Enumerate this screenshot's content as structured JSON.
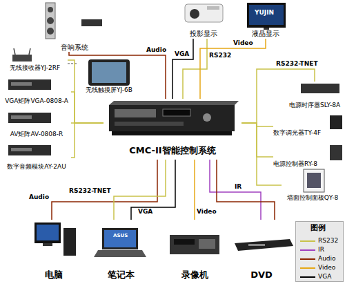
{
  "diagram": {
    "nodes": [
      {
        "text": [
          "音响系统"
        ]
      },
      {
        "text": [
          "投影显示"
        ]
      },
      {
        "text": [
          "液晶显示"
        ]
      },
      {
        "text": [
          "无线接收器YJ-2RF"
        ]
      },
      {
        "text": [
          "无线触摸屏YJ-6B"
        ]
      },
      {
        "text": [
          "VGA矩阵VGA-0808-A"
        ]
      },
      {
        "text": [
          "AV矩阵AV-0808-R"
        ]
      },
      {
        "text": [
          "数字音频模块AY-2AU"
        ]
      },
      {
        "text": [
          "CMC-II智能控制系统"
        ]
      },
      {
        "text": [
          "电源时序器SLY-8A"
        ]
      },
      {
        "text": [
          "数字调光器TY-4F"
        ]
      },
      {
        "text": [
          "电源控制器RY-8"
        ]
      },
      {
        "text": [
          "墙面控制面板QY-8"
        ]
      },
      {
        "text": [
          "电脑"
        ]
      },
      {
        "text": [
          "笔记本"
        ]
      },
      {
        "text": [
          "录像机"
        ]
      },
      {
        "text": [
          "DVD"
        ]
      }
    ],
    "edges": [
      {
        "from": 8,
        "to": 0,
        "label": "Audio",
        "arrow": "none"
      },
      {
        "from": 8,
        "to": 1,
        "label": "VGA",
        "arrow": "none"
      },
      {
        "from": 8,
        "to": 1,
        "label": "RS232",
        "arrow": "none"
      },
      {
        "from": 8,
        "to": 2,
        "label": "Video",
        "arrow": "none"
      },
      {
        "from": 3,
        "to": 4,
        "arrow": "none"
      },
      {
        "from": 8,
        "to": 3,
        "arrow": "none"
      },
      {
        "from": 8,
        "to": 5,
        "arrow": "none"
      },
      {
        "from": 8,
        "to": 6,
        "arrow": "none"
      },
      {
        "from": 8,
        "to": 7,
        "arrow": "none"
      },
      {
        "from": 8,
        "to": 9,
        "label": "RS232-TNET",
        "arrow": "none"
      },
      {
        "from": 8,
        "to": 10,
        "arrow": "none"
      },
      {
        "from": 8,
        "to": 11,
        "arrow": "none"
      },
      {
        "from": 8,
        "to": 12,
        "arrow": "none"
      },
      {
        "from": 13,
        "to": 8,
        "label": "Audio",
        "arrow": "none"
      },
      {
        "from": 14,
        "to": 8,
        "label": "RS232-TNET",
        "arrow": "none"
      },
      {
        "from": 14,
        "to": 8,
        "label": "VGA",
        "arrow": "none"
      },
      {
        "from": 15,
        "to": 8,
        "label": "Video",
        "arrow": "none"
      },
      {
        "from": 8,
        "to": 16,
        "label": "IR",
        "arrow": "none"
      },
      {
        "from": 16,
        "to": 8,
        "arrow": "none"
      }
    ],
    "labels": [
      "YUJIN",
      "ASUS",
      "图例"
    ],
    "legend": [
      {
        "text": "RS232",
        "color": "#c9c24a"
      },
      {
        "text": "IR",
        "color": "#a040c0"
      },
      {
        "text": "Audio",
        "color": "#8b2500"
      },
      {
        "text": "Video",
        "color": "#e6a817"
      },
      {
        "text": "VGA",
        "color": "#000000"
      }
    ]
  }
}
